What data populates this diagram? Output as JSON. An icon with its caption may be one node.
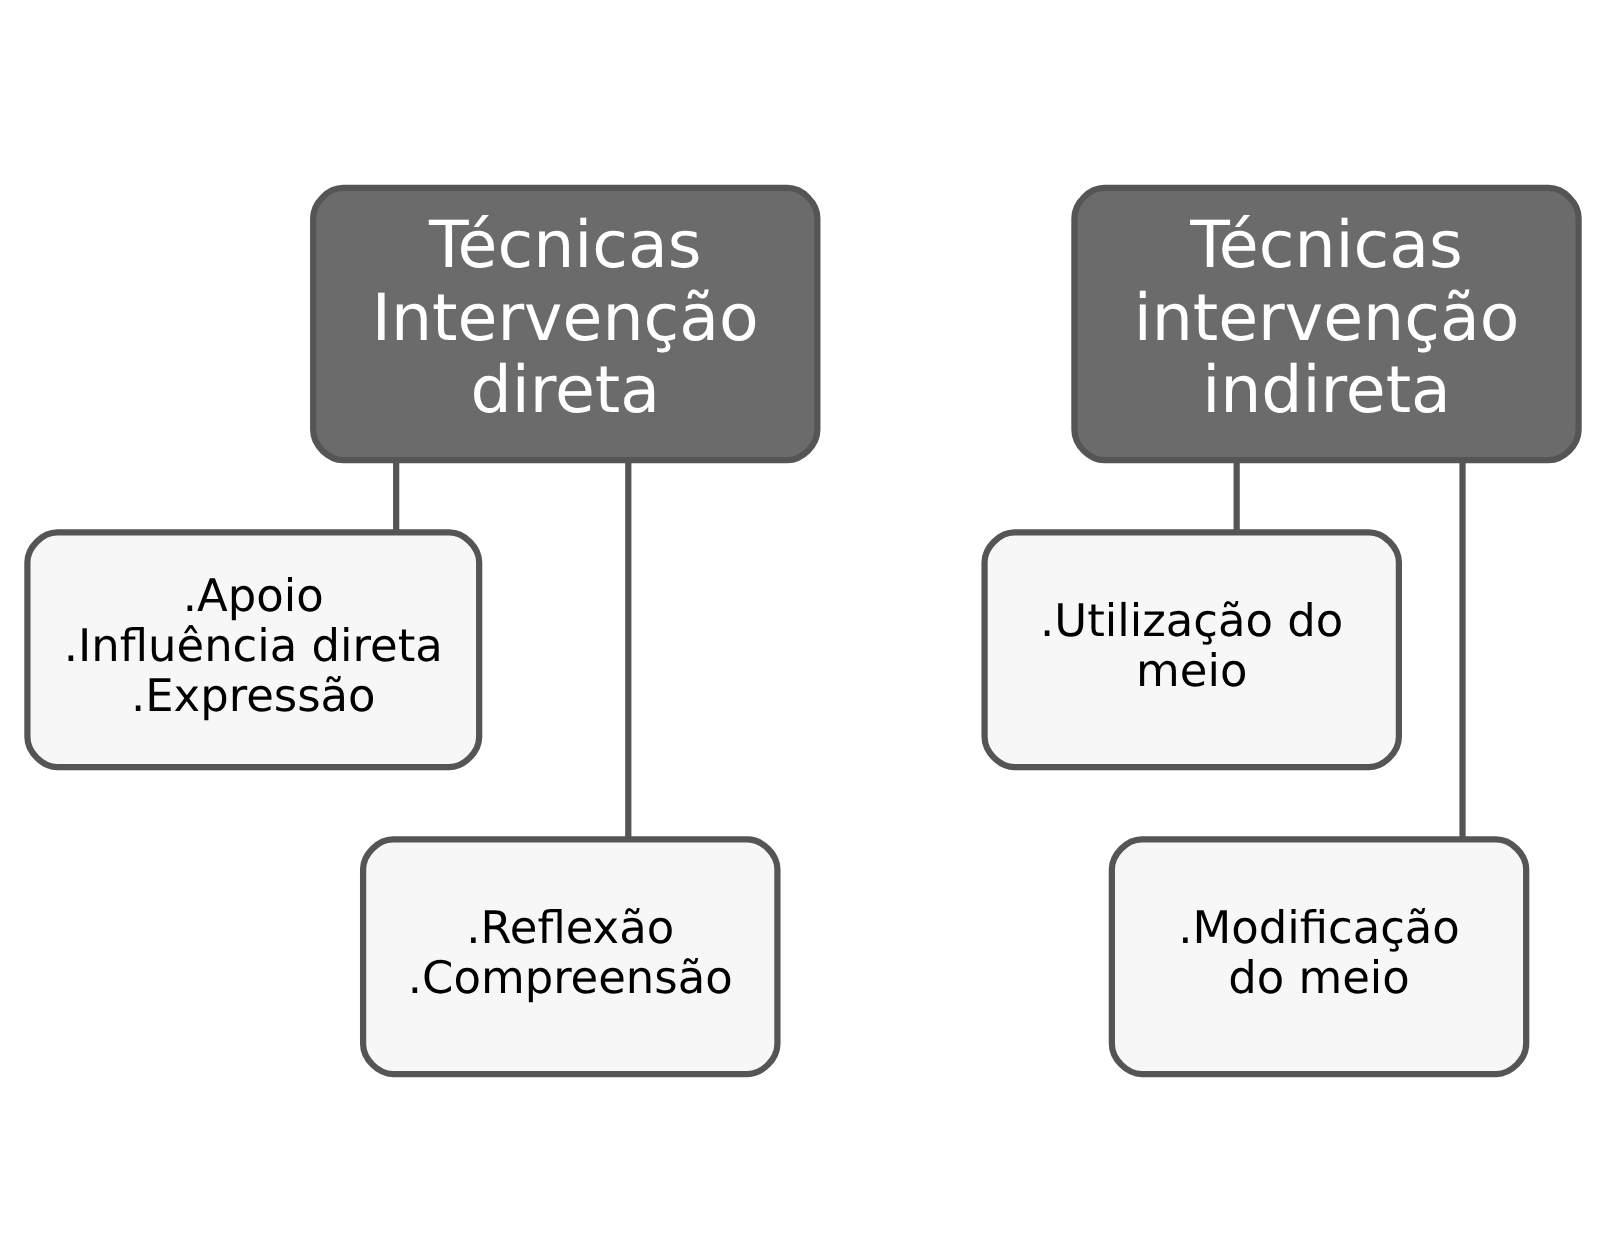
{
  "diagram": {
    "nodes": [
      {
        "text": [
          "Técnicas Intervenção direta"
        ]
      },
      {
        "text": [
          ".Apoio",
          ".Influência direta",
          ".Expressão"
        ]
      },
      {
        "text": [
          ".Reflexão",
          ".Compreensão"
        ]
      },
      {
        "text": [
          "Técnicas intervenção indireta"
        ]
      },
      {
        "text": [
          ".Utilização do meio"
        ]
      },
      {
        "text": [
          ".Modificação do meio"
        ]
      }
    ],
    "edges": [
      {
        "from": 0,
        "to": 1,
        "arrow": "none"
      },
      {
        "from": 0,
        "to": 2,
        "arrow": "none"
      },
      {
        "from": 3,
        "to": 4,
        "arrow": "none"
      },
      {
        "from": 3,
        "to": 5,
        "arrow": "none"
      }
    ]
  }
}
